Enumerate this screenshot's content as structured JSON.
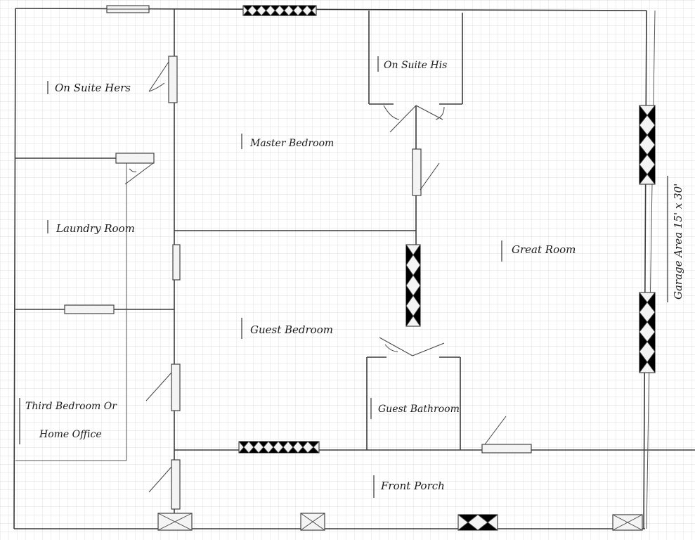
{
  "colors": {
    "paper": "#ffffff",
    "grid": "#d4d4d4",
    "ink": "#3a3a3a"
  },
  "rooms": {
    "on_suite_hers": "On Suite Hers",
    "on_suite_his": "On Suite His",
    "master_bedroom": "Master Bedroom",
    "laundry_room": "Laundry Room",
    "great_room": "Great Room",
    "guest_bedroom": "Guest Bedroom",
    "third_bedroom_line1": "Third Bedroom Or",
    "third_bedroom_line2": "Home Office",
    "guest_bathroom": "Guest Bathroom",
    "front_porch": "Front Porch",
    "garage_area": "Garage Area 15' x 30'"
  }
}
